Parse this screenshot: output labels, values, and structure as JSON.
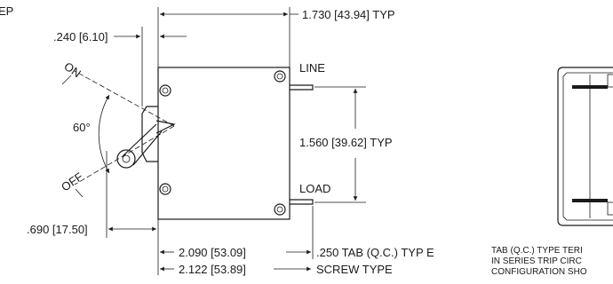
{
  "labels": {
    "top_left_partial": "EP",
    "dim_240": ".240 [6.10]",
    "dim_1730": "1.730 [43.94] TYP",
    "on": "ON",
    "off": "OFF",
    "angle": "60°",
    "line": "LINE",
    "load": "LOAD",
    "dim_1560": "1.560 [39.62] TYP",
    "dim_690": ".690 [17.50]",
    "dim_2090": "2.090 [53.09]",
    "tab_note": ".250 TAB (Q.C.) TYP E",
    "dim_2122": "2.122 [53.89]",
    "screw_type": "SCREW TYPE"
  },
  "note_lines": [
    "TAB (Q.C.) TYPE TERI",
    "IN SERIES TRIP CIRC",
    "CONFIGURATION SHO"
  ]
}
